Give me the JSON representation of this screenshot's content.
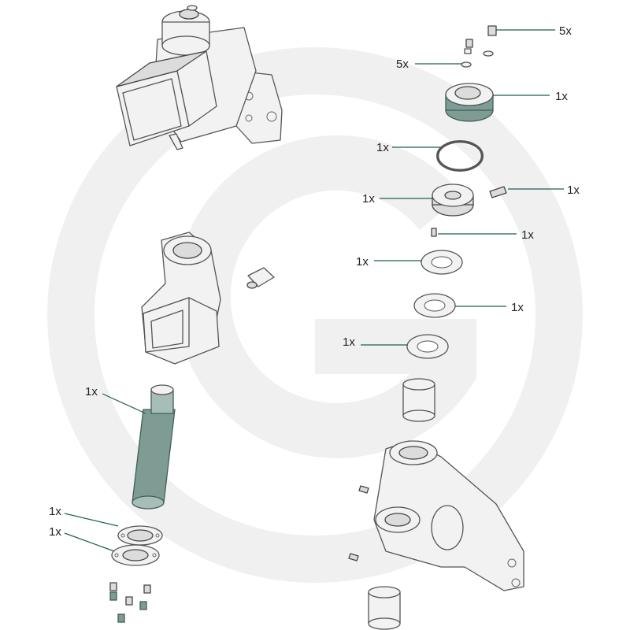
{
  "watermark": {
    "color": "#f0f0f0"
  },
  "colors": {
    "accent": "#7e9c94",
    "leader": "#1f5e55",
    "outline": "#555555"
  },
  "labels": [
    {
      "text": "5x",
      "target": "cap-screw-top"
    },
    {
      "text": "5x",
      "target": "washer-small"
    },
    {
      "text": "1x",
      "target": "bearing-cap"
    },
    {
      "text": "1x",
      "target": "o-ring"
    },
    {
      "text": "1x",
      "target": "clamp-nut"
    },
    {
      "text": "1x",
      "target": "clamp-bolt"
    },
    {
      "text": "1x",
      "target": "grub-screw"
    },
    {
      "text": "1x",
      "target": "washer-1"
    },
    {
      "text": "1x",
      "target": "washer-2"
    },
    {
      "text": "1x",
      "target": "washer-3"
    },
    {
      "text": "1x",
      "target": "pivot-pin"
    },
    {
      "text": "1x",
      "target": "flange-plate-top"
    },
    {
      "text": "1x",
      "target": "flange-plate-bottom"
    }
  ]
}
